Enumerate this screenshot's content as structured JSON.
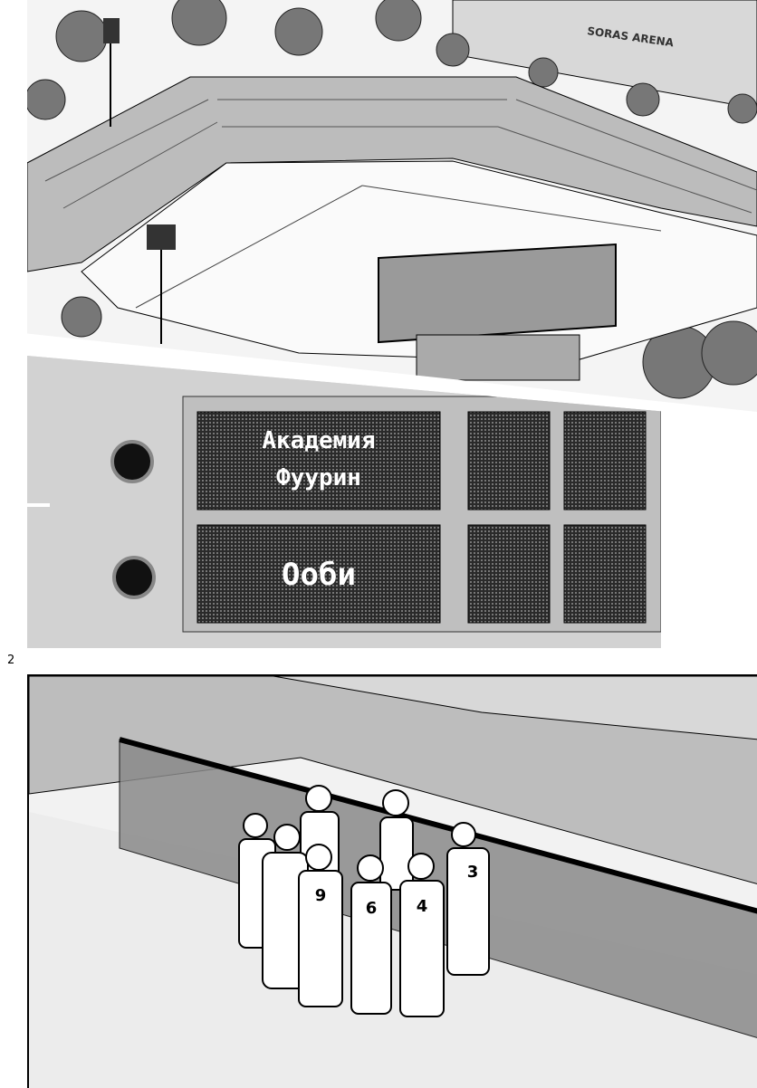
{
  "page_number": "2",
  "panel1": {
    "arena_sign": "SORAS ARENA"
  },
  "panel2": {
    "scoreboard": {
      "team_top_line1": "Академия",
      "team_top_line2": "Фуурин",
      "team_bottom": "Ооби"
    }
  },
  "panel3": {
    "jersey_numbers": [
      "9",
      "6",
      "4",
      "3"
    ]
  }
}
